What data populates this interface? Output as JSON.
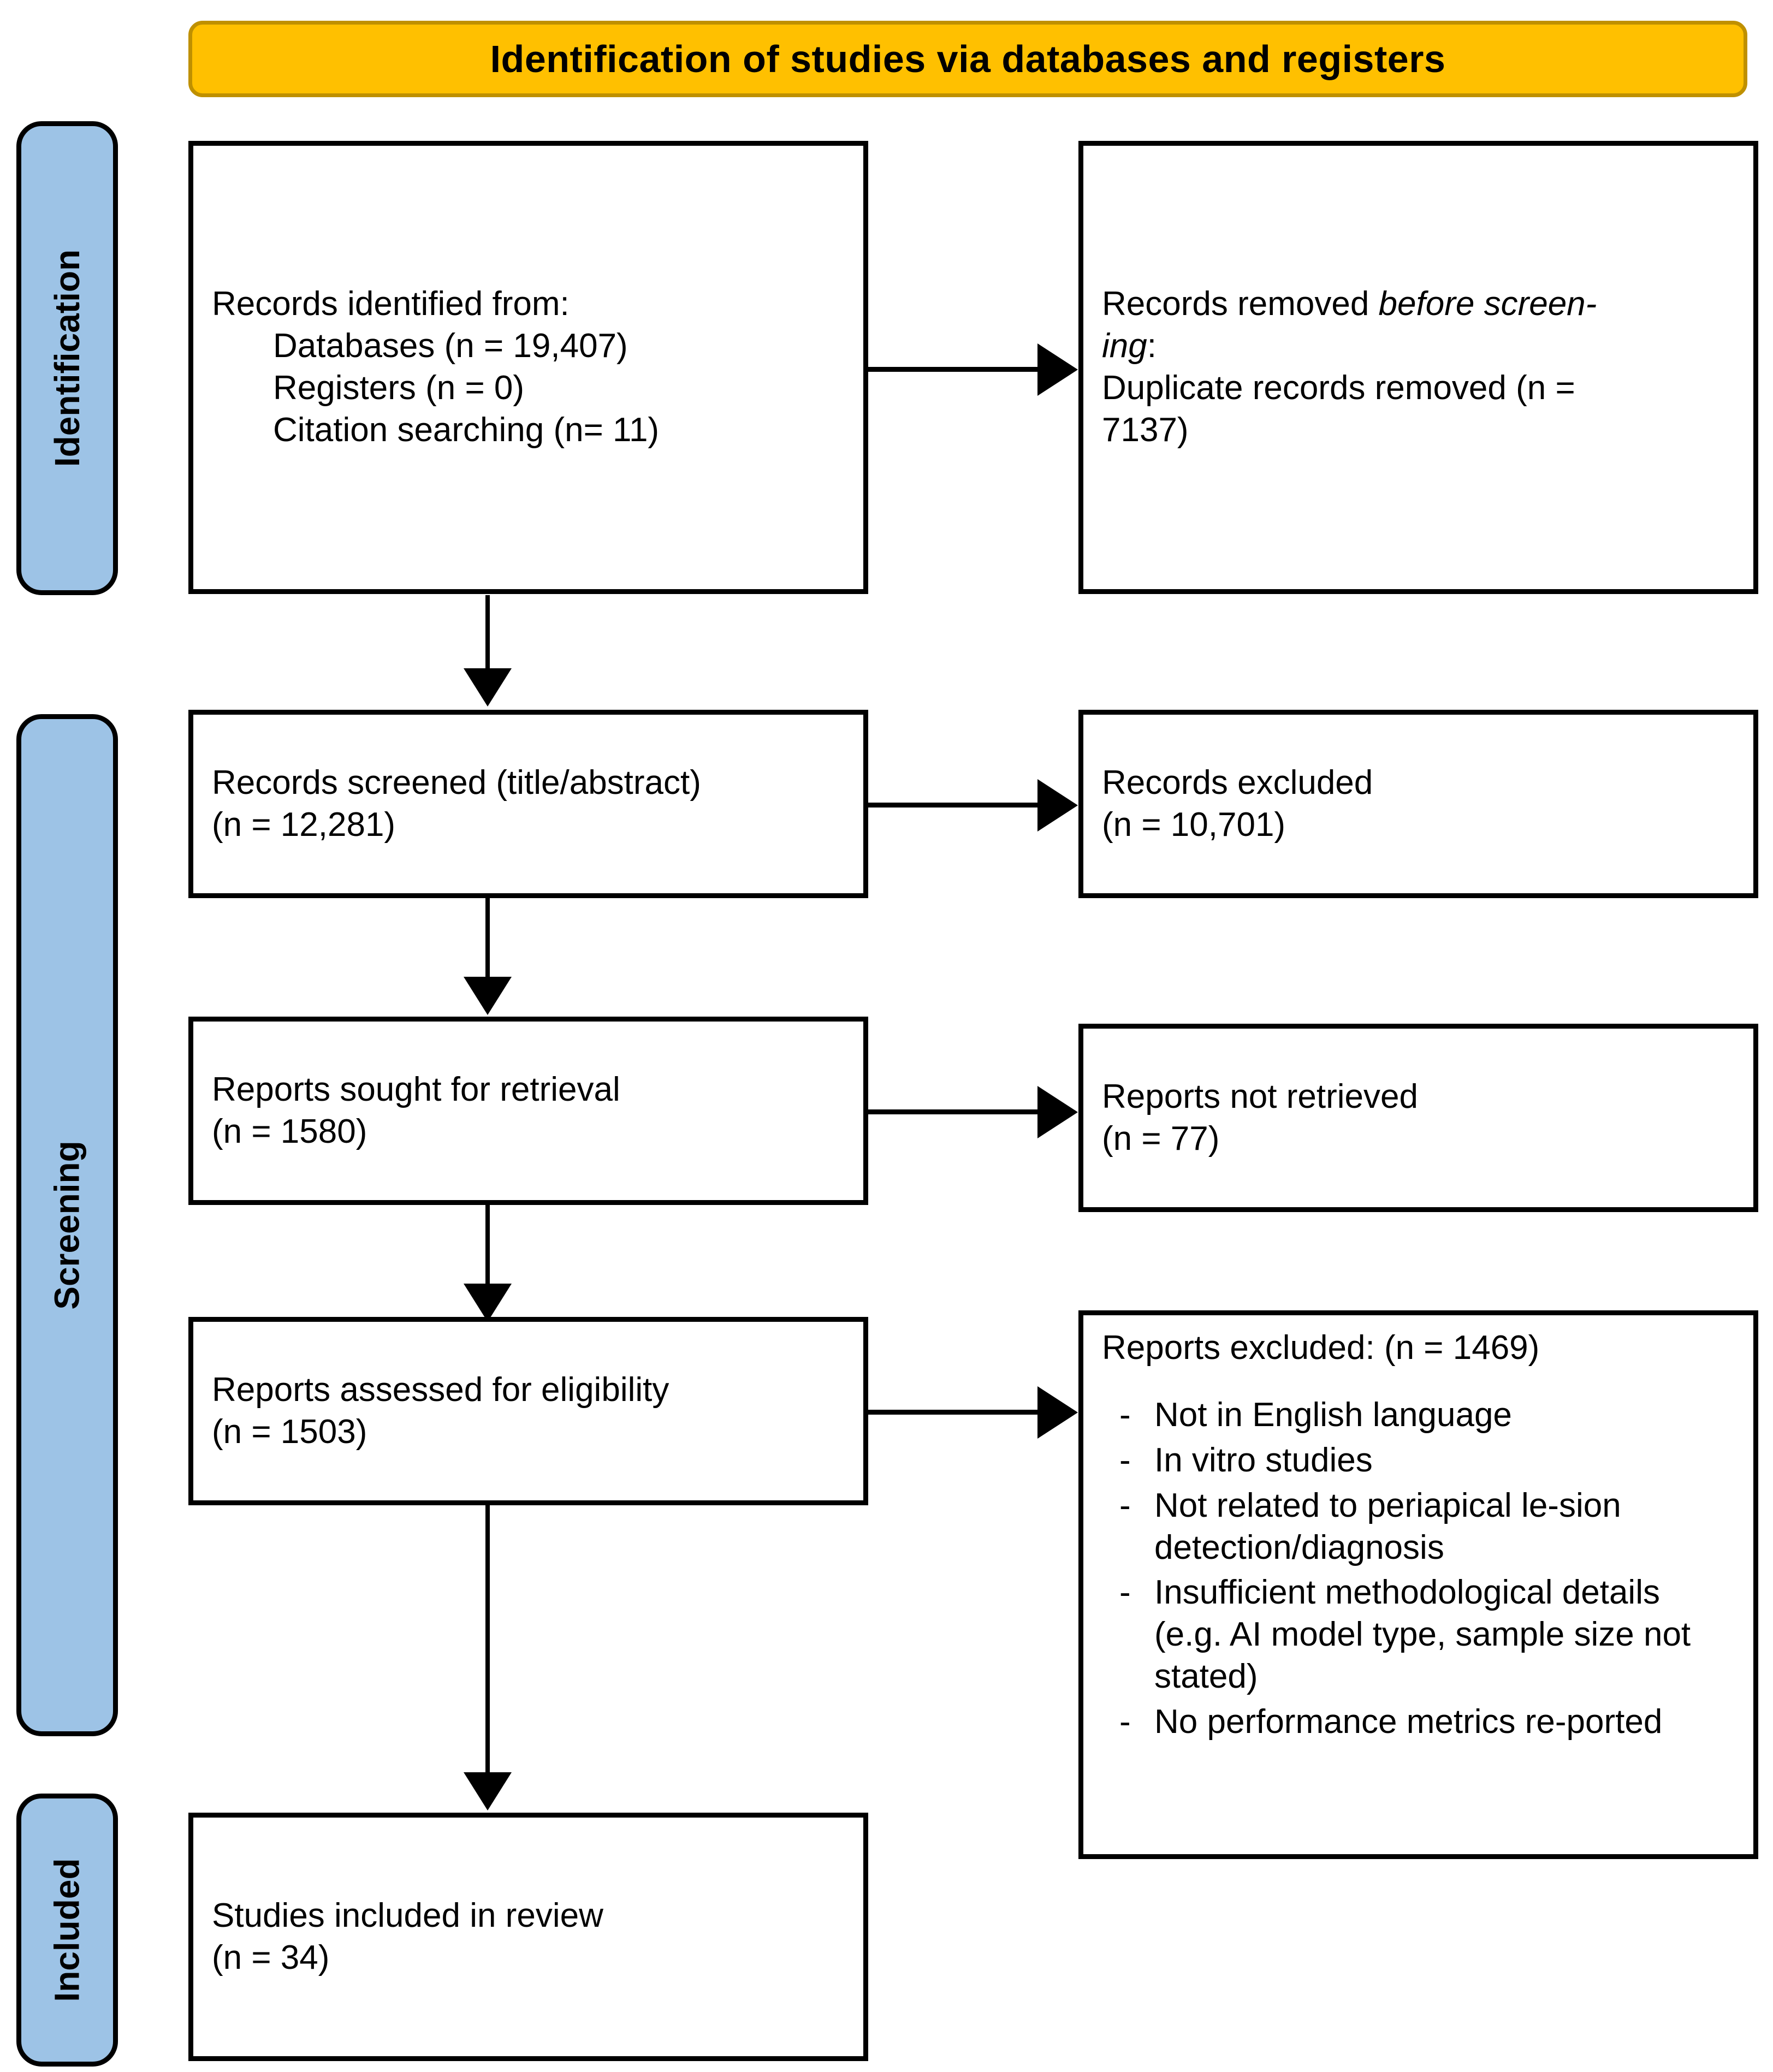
{
  "banner": {
    "title": "Identification of studies via databases and registers"
  },
  "colors": {
    "banner_fill": "#FFC000",
    "banner_border": "#BF9000",
    "stage_fill": "#9DC3E6",
    "box_border": "#000000",
    "box_fill": "#FFFFFF"
  },
  "stages": [
    {
      "label": "Identification"
    },
    {
      "label": "Screening"
    },
    {
      "label": "Included"
    }
  ],
  "boxes": {
    "identified": {
      "title": "Records identified from:",
      "items": [
        "Databases (n = 19,407)",
        "Registers (n = 0)",
        "Citation searching (n= 11)"
      ]
    },
    "removed_before_screening": {
      "line1_plain": "Records removed ",
      "line1_italic": "before screen-",
      "line2_italic": "ing",
      "line2_plain": ":",
      "line3": "Duplicate records removed (n =",
      "line4": "7137)"
    },
    "screened": {
      "line1": "Records screened (title/abstract)",
      "line2": "(n = 12,281)"
    },
    "records_excluded": {
      "line1": "Records excluded",
      "line2": "(n = 10,701)"
    },
    "sought": {
      "line1": "Reports sought for retrieval",
      "line2": "(n = 1580)"
    },
    "not_retrieved": {
      "line1": "Reports not retrieved",
      "line2": "(n = 77)"
    },
    "assessed": {
      "line1": "Reports assessed for eligibility",
      "line2": "(n = 1503)"
    },
    "reports_excluded": {
      "heading": "Reports excluded: (n = 1469)",
      "reasons": [
        "Not in English language",
        "In vitro studies",
        "Not related to periapical le-sion detection/diagnosis",
        "Insufficient methodological details (e.g. AI model type, sample size not stated)",
        "No performance metrics re-ported"
      ]
    },
    "included": {
      "line1": "Studies included in review",
      "line2": "(n = 34)"
    }
  },
  "connectors": [
    {
      "name": "identified-to-removed",
      "type": "horizontal-arrow"
    },
    {
      "name": "identified-to-screened",
      "type": "vertical-arrow"
    },
    {
      "name": "screened-to-excluded",
      "type": "horizontal-arrow"
    },
    {
      "name": "screened-to-sought",
      "type": "vertical-arrow"
    },
    {
      "name": "sought-to-not-retrieved",
      "type": "horizontal-arrow"
    },
    {
      "name": "sought-to-assessed",
      "type": "vertical-arrow"
    },
    {
      "name": "assessed-to-reports-excluded",
      "type": "horizontal-arrow"
    },
    {
      "name": "assessed-to-included",
      "type": "vertical-arrow"
    }
  ]
}
